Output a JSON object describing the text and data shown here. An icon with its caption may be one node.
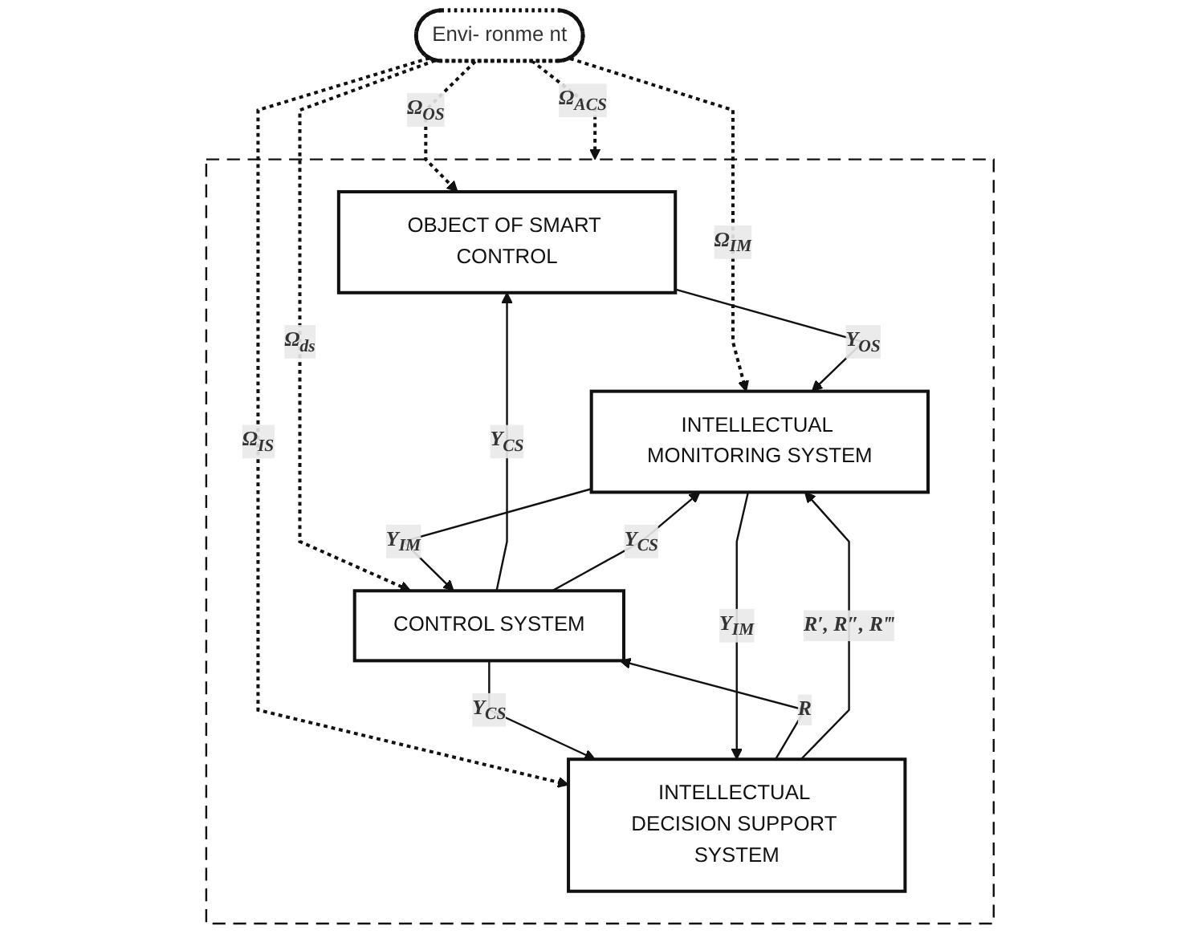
{
  "diagram": {
    "nodes": [
      {
        "text": [],
        "shape": "box"
      },
      {
        "text": [
          "OBJECT OF SMART CONTROL"
        ],
        "in": 0
      },
      {
        "text": [
          "CONTROL SYSTEM"
        ],
        "in": 0
      },
      {
        "text": [
          "INTELLECTUAL MONITORING SYSTEM"
        ],
        "in": 0
      },
      {
        "text": [
          "INTELLECTUAL DECISION SUPPORT SYSTEM"
        ],
        "in": 0
      },
      {
        "text": [
          "Envi- ronme nt"
        ]
      }
    ],
    "edges": [
      {
        "from": 5,
        "to": 1,
        "arrow": "to",
        "label": "Ω$_{OS}$",
        "style": "dashed"
      },
      {
        "from": 5,
        "to": 3,
        "arrow": "to",
        "label": "Ω$_{IM}$",
        "style": "dashed"
      },
      {
        "from": 5,
        "to": 2,
        "arrow": "to",
        "label": "Ω$_{ds}$",
        "style": "dashed"
      },
      {
        "from": 5,
        "to": 4,
        "arrow": "to",
        "label": "Ω$_{IS}$",
        "style": "dashed"
      },
      {
        "from": 5,
        "to": 0,
        "arrow": "to",
        "label": "Ω$_{ACS}$",
        "style": "dashed"
      },
      {
        "from": 2,
        "to": 1,
        "arrow": "to",
        "label": "Y$_{CS}$"
      },
      {
        "from": 1,
        "to": 3,
        "arrow": "to",
        "label": "Y$_{OS}$"
      },
      {
        "from": 2,
        "to": 3,
        "arrow": "to",
        "label": "Y$_{CS}$"
      },
      {
        "from": 3,
        "to": 2,
        "arrow": "to",
        "label": "Y$_{IM}$"
      },
      {
        "from": 2,
        "to": 4,
        "arrow": "to",
        "label": "Y$_{CS}$"
      },
      {
        "from": 3,
        "to": 4,
        "arrow": "to",
        "label": "Y$_{IM}$"
      },
      {
        "from": 4,
        "to": 2,
        "arrow": "to",
        "label": "R"
      },
      {
        "from": 4,
        "to": 3,
        "arrow": "to",
        "label": "R′, R″, R‴"
      }
    ]
  }
}
